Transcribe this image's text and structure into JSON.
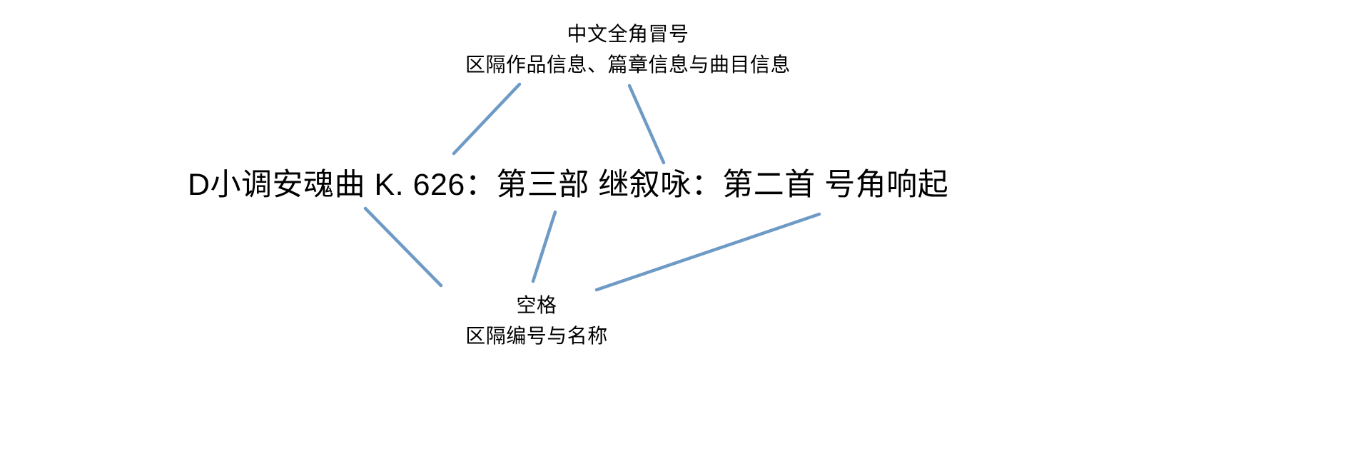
{
  "colors": {
    "background": "#ffffff",
    "text": "#000000",
    "connector": "#6e9ac6"
  },
  "top_annotation": {
    "line1": "中文全角冒号",
    "line2": "区隔作品信息、篇章信息与曲目信息"
  },
  "title": "D小调安魂曲 K. 626：第三部 继叙咏：第二首 号角响起",
  "bottom_annotation": {
    "line1": "空格",
    "line2": "区隔编号与名称"
  }
}
